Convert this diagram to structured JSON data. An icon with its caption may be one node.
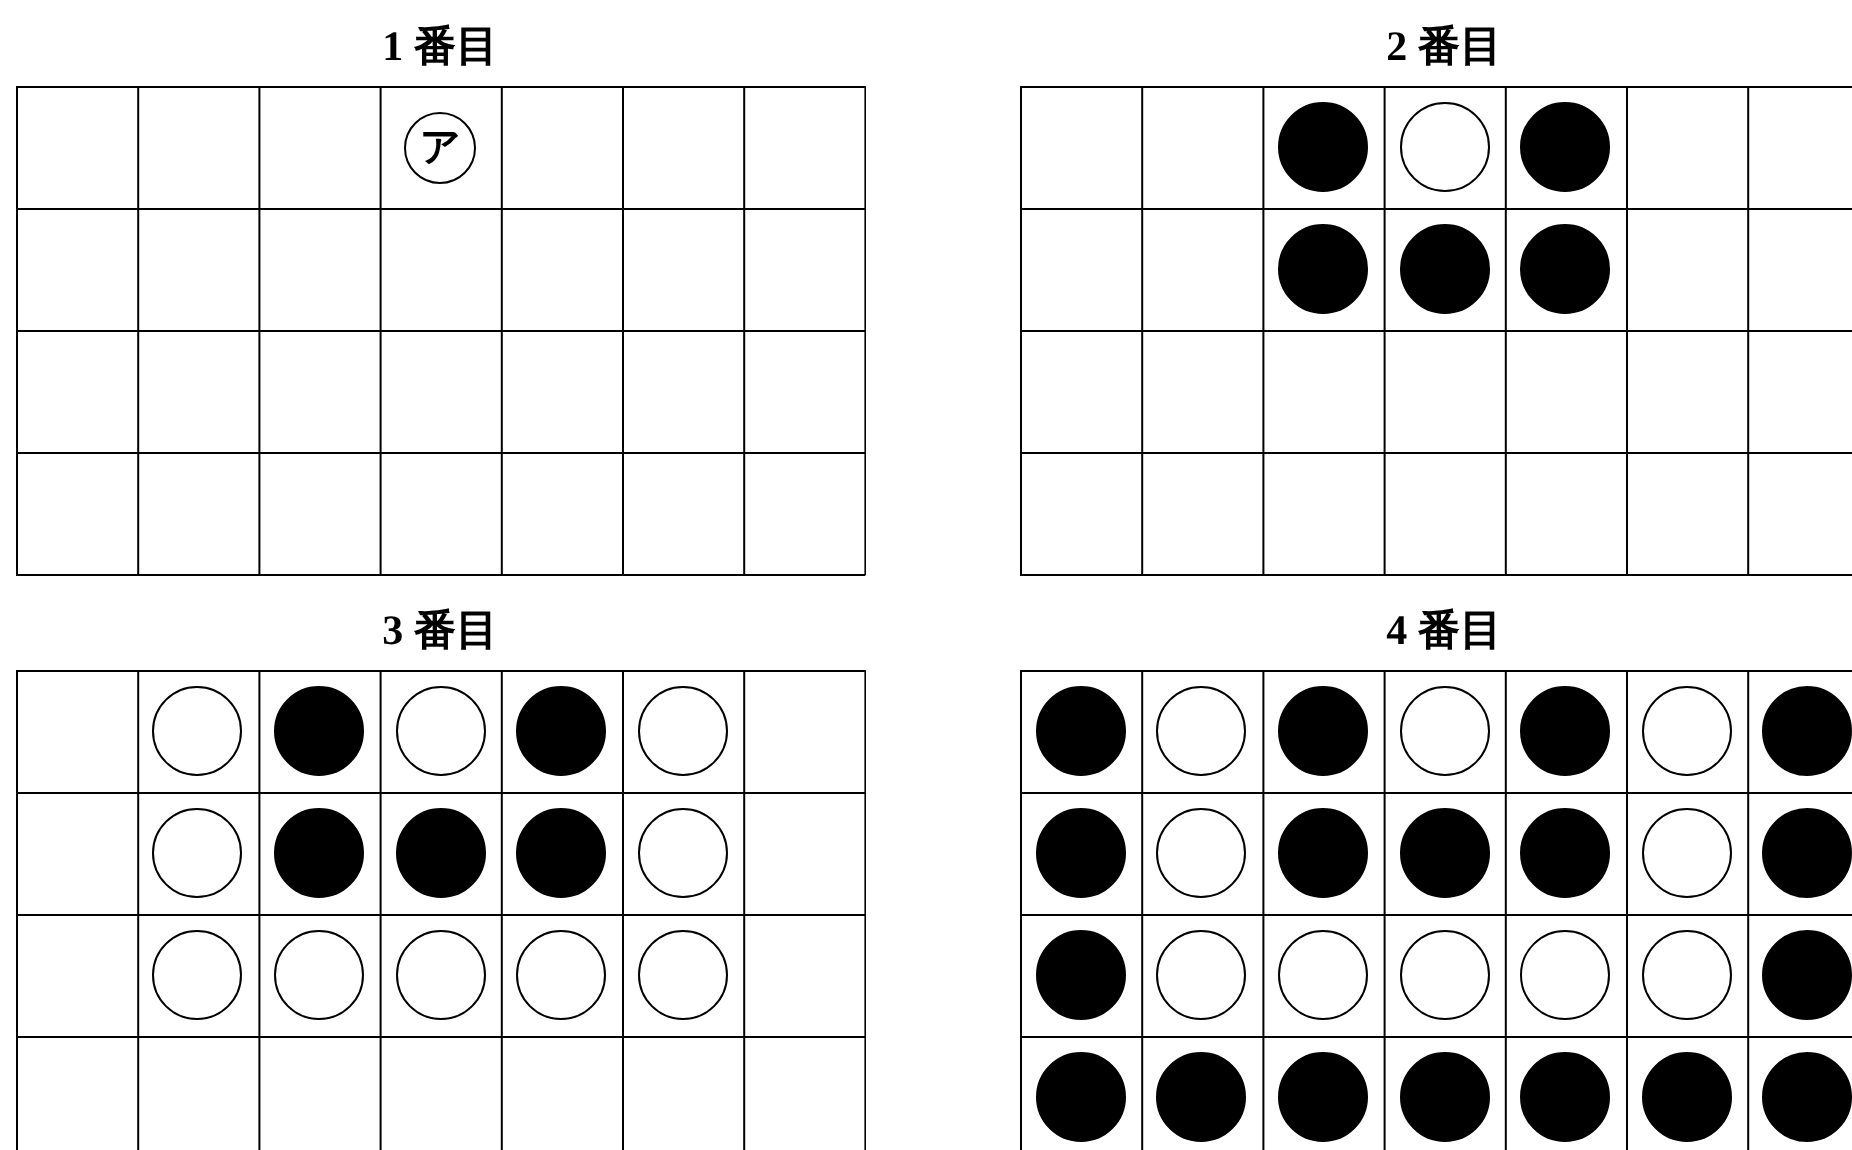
{
  "diagram": {
    "nodes": [
      {
        "text": [
          "1 番目"
        ]
      },
      {
        "text": [
          "ア"
        ],
        "in": 0
      },
      {
        "text": [
          "2 番目"
        ]
      },
      {
        "text": [],
        "shape": "disc",
        "in": 2
      },
      {
        "text": [],
        "shape": "circle",
        "in": 2
      },
      {
        "text": [],
        "shape": "disc",
        "in": 2
      },
      {
        "text": [],
        "shape": "disc",
        "in": 2
      },
      {
        "text": [],
        "shape": "disc",
        "in": 2
      },
      {
        "text": [],
        "shape": "disc",
        "in": 2
      },
      {
        "text": [
          "3 番目"
        ]
      },
      {
        "text": [],
        "shape": "circle",
        "in": 9
      },
      {
        "text": [],
        "shape": "disc",
        "in": 9
      },
      {
        "text": [],
        "shape": "circle",
        "in": 9
      },
      {
        "text": [],
        "shape": "disc",
        "in": 9
      },
      {
        "text": [],
        "shape": "circle",
        "in": 9
      },
      {
        "text": [],
        "shape": "circle",
        "in": 9
      },
      {
        "text": [],
        "shape": "disc",
        "in": 9
      },
      {
        "text": [],
        "shape": "disc",
        "in": 9
      },
      {
        "text": [],
        "shape": "disc",
        "in": 9
      },
      {
        "text": [],
        "shape": "circle",
        "in": 9
      },
      {
        "text": [],
        "shape": "circle",
        "in": 9
      },
      {
        "text": [],
        "shape": "circle",
        "in": 9
      },
      {
        "text": [],
        "shape": "circle",
        "in": 9
      },
      {
        "text": [],
        "shape": "circle",
        "in": 9
      },
      {
        "text": [],
        "shape": "circle",
        "in": 9
      },
      {
        "text": [
          "4 番目"
        ]
      },
      {
        "text": [],
        "shape": "disc",
        "in": 25
      },
      {
        "text": [],
        "shape": "circle",
        "in": 25
      },
      {
        "text": [],
        "shape": "disc",
        "in": 25
      },
      {
        "text": [],
        "shape": "circle",
        "in": 25
      },
      {
        "text": [],
        "shape": "disc",
        "in": 25
      },
      {
        "text": [],
        "shape": "circle",
        "in": 25
      },
      {
        "text": [],
        "shape": "disc",
        "in": 25
      },
      {
        "text": [],
        "shape": "disc",
        "in": 25
      },
      {
        "text": [],
        "shape": "circle",
        "in": 25
      },
      {
        "text": [],
        "shape": "disc",
        "in": 25
      },
      {
        "text": [],
        "shape": "disc",
        "in": 25
      },
      {
        "text": [],
        "shape": "disc",
        "in": 25
      },
      {
        "text": [],
        "shape": "circle",
        "in": 25
      },
      {
        "text": [],
        "shape": "disc",
        "in": 25
      },
      {
        "text": [],
        "shape": "disc",
        "in": 25
      },
      {
        "text": [],
        "shape": "circle",
        "in": 25
      },
      {
        "text": [],
        "shape": "circle",
        "in": 25
      },
      {
        "text": [],
        "shape": "circle",
        "in": 25
      },
      {
        "text": [],
        "shape": "circle",
        "in": 25
      },
      {
        "text": [],
        "shape": "circle",
        "in": 25
      },
      {
        "text": [],
        "shape": "disc",
        "in": 25
      },
      {
        "text": [],
        "shape": "disc",
        "in": 25
      },
      {
        "text": [],
        "shape": "disc",
        "in": 25
      },
      {
        "text": [],
        "shape": "disc",
        "in": 25
      },
      {
        "text": [],
        "shape": "disc",
        "in": 25
      },
      {
        "text": [],
        "shape": "disc",
        "in": 25
      },
      {
        "text": [],
        "shape": "disc",
        "in": 25
      },
      {
        "text": [],
        "shape": "disc",
        "in": 25
      }
    ]
  }
}
